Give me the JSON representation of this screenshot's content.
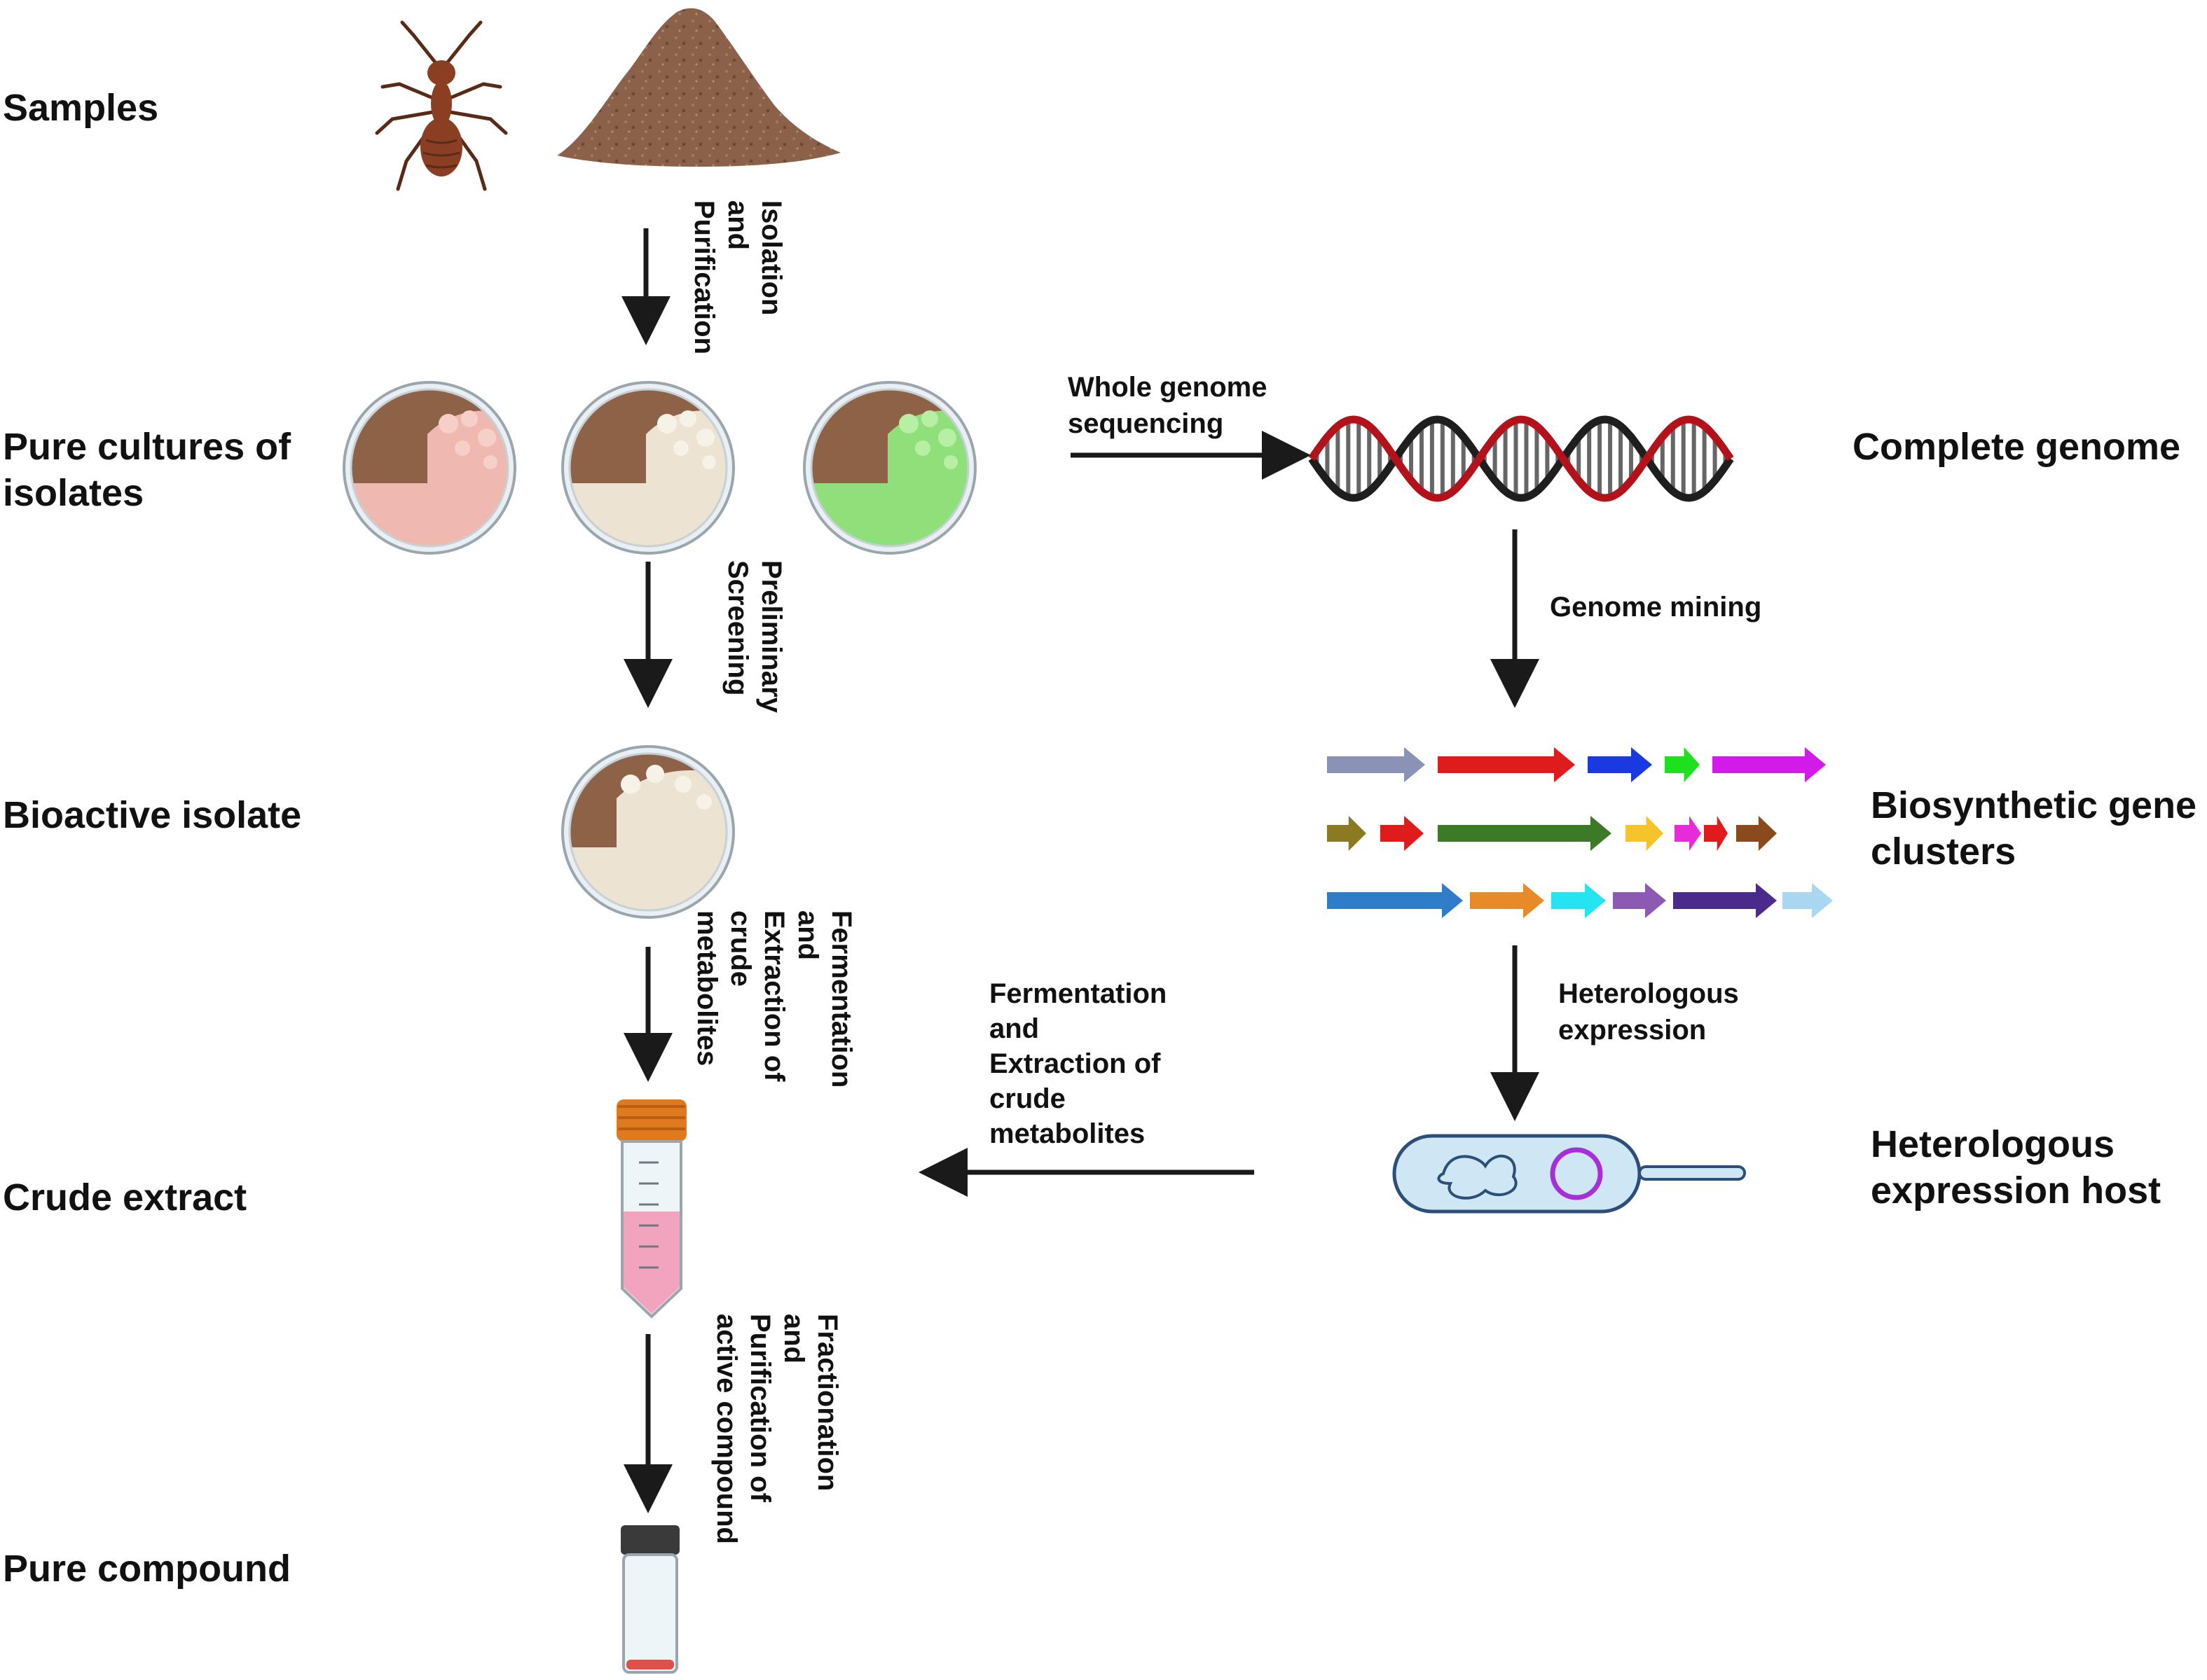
{
  "stages": {
    "samples": [
      "Samples"
    ],
    "pure_cultures": [
      "Pure cultures of",
      "isolates"
    ],
    "bioactive_isolate": [
      "Bioactive isolate"
    ],
    "crude_extract": [
      "Crude extract"
    ],
    "pure_compound": [
      "Pure compound"
    ]
  },
  "right_stages": {
    "complete_genome": [
      "Complete genome"
    ],
    "biosynthetic_gene_clusters": [
      "Biosynthetic gene",
      "clusters"
    ],
    "heterologous_expression_host": [
      "Heterologous",
      "expression host"
    ]
  },
  "steps": {
    "isolation": [
      "Isolation",
      "and",
      "Purification"
    ],
    "screening": [
      "Preliminary",
      "Screening"
    ],
    "fermentation_left": [
      "Fermentation",
      "and",
      "Extraction of",
      "crude",
      "metabolites"
    ],
    "fractionation": [
      "Fractionation",
      "and",
      "Purification of",
      "active compound"
    ],
    "whole_genome_sequencing": [
      "Whole genome",
      "sequencing"
    ],
    "genome_mining": [
      "Genome mining"
    ],
    "heterologous_expression": [
      "Heterologous",
      "expression"
    ],
    "fermentation_right": [
      "Fermentation",
      "and",
      "Extraction of",
      "crude",
      "metabolites"
    ]
  },
  "colors": {
    "culture_pink": "#f0b9b0",
    "culture_cream": "#ece3d2",
    "culture_green": "#8fe07a",
    "soil": "#8b6149",
    "dna_red": "#b3121a",
    "dna_black": "#1e1e1e",
    "tube_cap": "#e07a1f",
    "tube_liquid": "#f2a3bd"
  },
  "gene_rows": [
    [
      "#8a93b6",
      "#e01b1b",
      "#1a39e0",
      "#1ee01e",
      "#d21be8"
    ],
    [
      "#8b7a22",
      "#e01b1b",
      "#3c7a28",
      "#f5c42b",
      "#e82bd8",
      "#e01b1b",
      "#8a4a1c"
    ],
    [
      "#2f7cc9",
      "#e8892a",
      "#23e4f0",
      "#8d5ab3",
      "#4a2a8a",
      "#a9d6f0"
    ]
  ]
}
